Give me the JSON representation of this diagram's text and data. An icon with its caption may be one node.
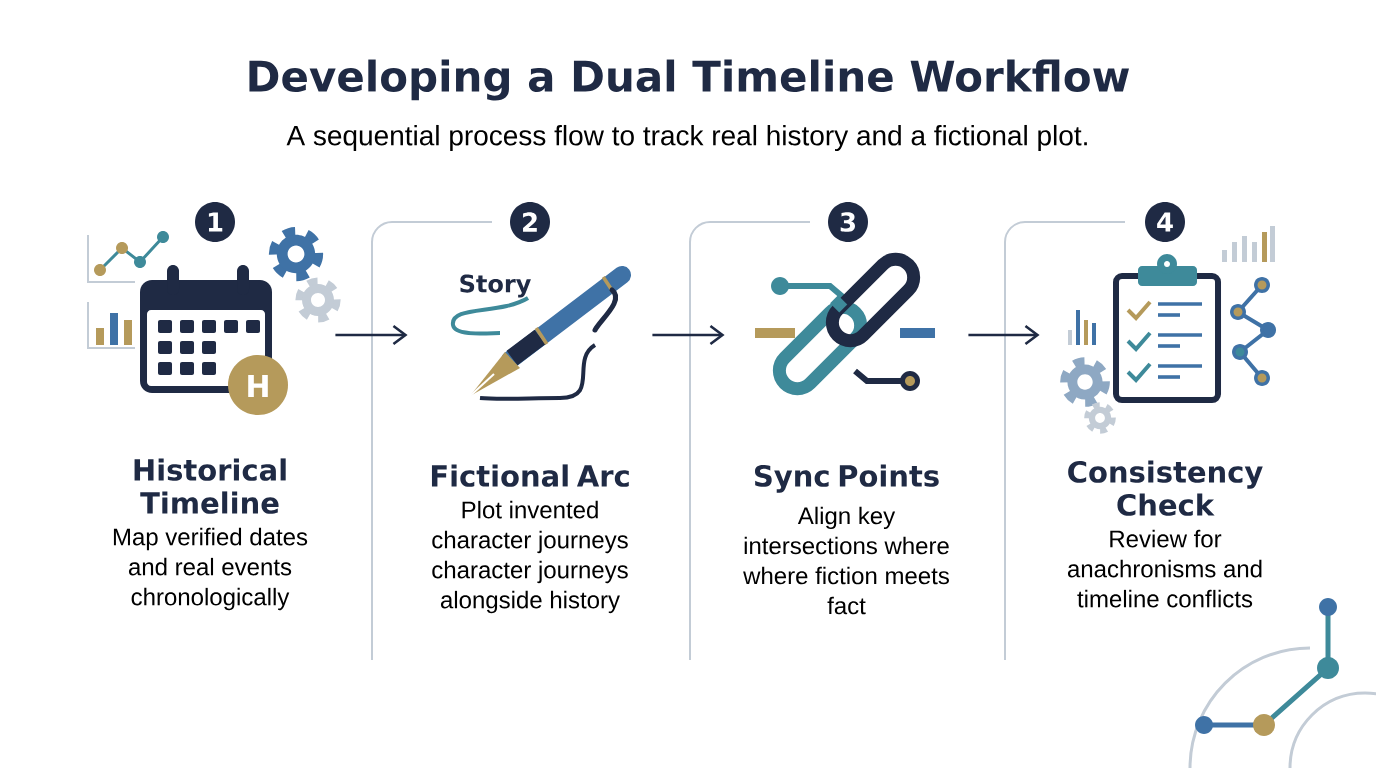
{
  "diagram": {
    "title": "Developing a Dual Timeline Workflow",
    "nodes": [
      {
        "text": [
          "1"
        ]
      },
      {
        "text": [],
        "shape": "picture"
      },
      {
        "text": [
          "Historical Timeline",
          "Map verified dates and real events chronologically"
        ]
      },
      {
        "text": [
          "2"
        ]
      },
      {
        "text": [],
        "shape": "picture"
      },
      {
        "text": [
          "Fictional Arc",
          "Plot invented character journeys character journeys alongside history"
        ]
      },
      {
        "text": [
          "3"
        ]
      },
      {
        "text": [],
        "shape": "picture"
      },
      {
        "text": [
          "Sync Points",
          "Align key intersections where where fiction meets fact"
        ]
      },
      {
        "text": [
          "4"
        ]
      },
      {
        "text": [],
        "shape": "picture"
      },
      {
        "text": [
          "Consistency Check",
          "Review for anachronisms and timeline conflicts"
        ]
      }
    ],
    "edges": [
      {
        "from": 1,
        "to": 4,
        "arrow": "to"
      },
      {
        "from": 4,
        "to": 7,
        "arrow": "to"
      },
      {
        "from": 7,
        "to": 10,
        "arrow": "to"
      }
    ],
    "labels": [
      "A sequential process flow to track real history and a fictional plot.",
      "H",
      "Story"
    ]
  }
}
